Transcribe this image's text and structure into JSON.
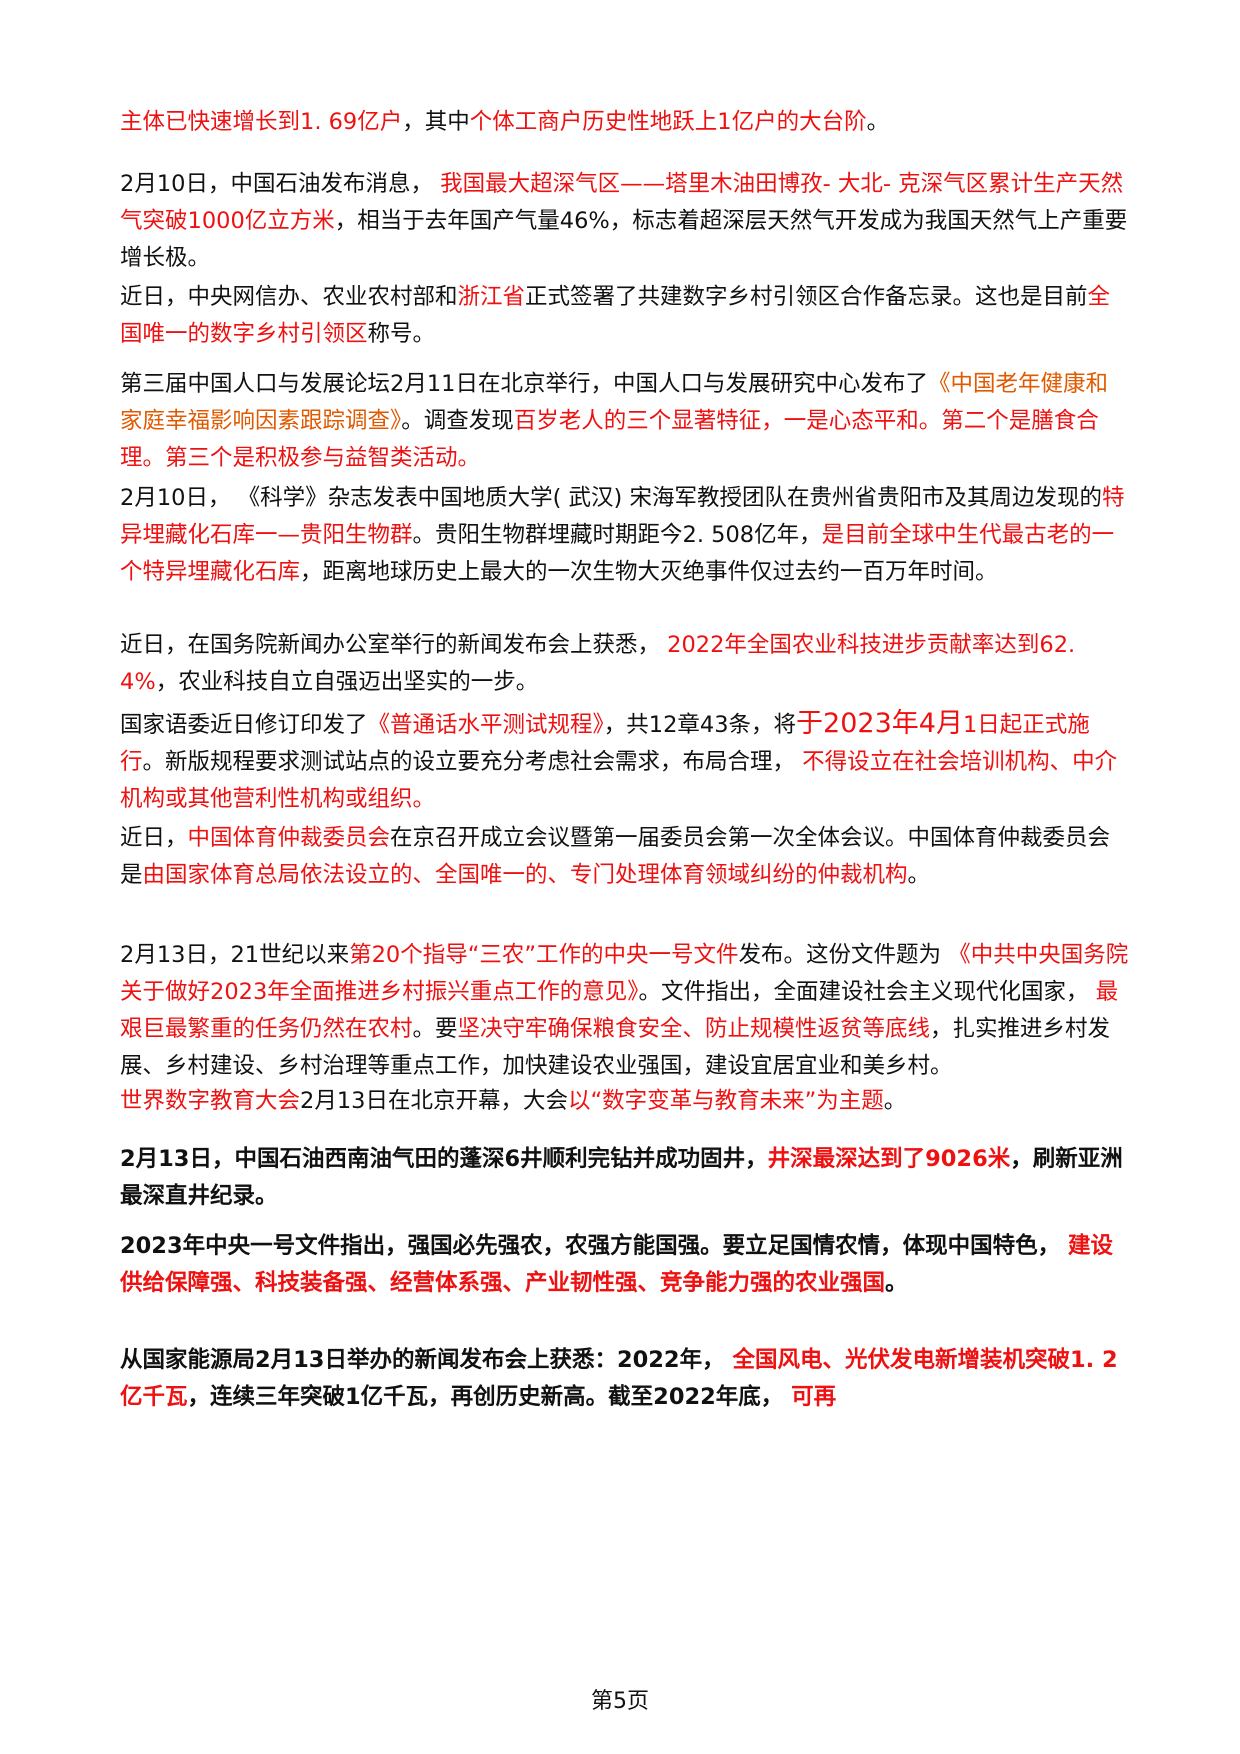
{
  "colors": {
    "text": "#111111",
    "red": "#ee1111",
    "orange": "#e05a00"
  },
  "paragraphs": [
    {
      "name": "para-market-entities",
      "bold": false,
      "segments": [
        {
          "t": "主体已快速增长到1. 69亿户",
          "c": "red"
        },
        {
          "t": "，其中"
        },
        {
          "t": "个体工商户历史性地跃上1亿户的大台阶",
          "c": "red"
        },
        {
          "t": "。"
        }
      ]
    },
    {
      "name": "para-tarim-gas",
      "bold": false,
      "segments": [
        {
          "t": "2月10日，中国石油发布消息， "
        },
        {
          "t": "我国最大超深气区——塔里木油田博孜- 大北- 克深气区累计生产天然气突破1000亿立方米",
          "c": "red"
        },
        {
          "t": "，相当于去年国产气量46%，标志着超深层天然气开发成为我国天然气上产重要增长极。"
        }
      ]
    },
    {
      "name": "para-digital-village",
      "bold": false,
      "segments": [
        {
          "t": "近日，中央网信办、农业农村部和"
        },
        {
          "t": "浙江省",
          "c": "red"
        },
        {
          "t": "正式签署了共建数字乡村引领区合作备忘录。这也是目前"
        },
        {
          "t": "全国唯一的数字乡村引领区",
          "c": "red"
        },
        {
          "t": "称号。"
        }
      ]
    },
    {
      "name": "para-population-forum",
      "bold": false,
      "segments": [
        {
          "t": "第三届中国人口与发展论坛2月11日在北京举行，中国人口与发展研究中心发布了"
        },
        {
          "t": "《中国老年健康和家庭幸福影响因素跟踪调查》",
          "c": "orange"
        },
        {
          "t": "。调查发现"
        },
        {
          "t": "百岁老人的三个显著特征，一是心态平和。第二个是膳食合理。第三个是积极参与益智类活动。",
          "c": "red"
        }
      ]
    },
    {
      "name": "para-guiyang-biota",
      "bold": false,
      "segments": [
        {
          "t": "2月10日，  《科学》杂志发表中国地质大学( 武汉) 宋海军教授团队在贵州省贵阳市及其周边发现的"
        },
        {
          "t": "特异埋藏化石库一—贵阳生物群",
          "c": "red"
        },
        {
          "t": "。贵阳生物群埋藏时期距今2. 508亿年，"
        },
        {
          "t": "是目前全球中生代最古老的一个特异埋藏化石库",
          "c": "red"
        },
        {
          "t": "，距离地球历史上最大的一次生物大灭绝事件仅过去约一百万年时间。"
        }
      ]
    },
    {
      "name": "para-agri-tech",
      "bold": false,
      "segments": [
        {
          "t": "近日，在国务院新闻办公室举行的新闻发布会上获悉， "
        },
        {
          "t": "2022年全国农业科技进步贡献率达到62. 4%",
          "c": "red"
        },
        {
          "t": "，农业科技自立自强迈出坚实的一步。"
        }
      ]
    },
    {
      "name": "para-putonghua-test",
      "bold": false,
      "segments": [
        {
          "t": "国家语委近日修订印发了"
        },
        {
          "t": "《普通话水平测试规程》",
          "c": "red"
        },
        {
          "t": "，共12章43条，将"
        },
        {
          "t": "于2023年4月",
          "c": "red",
          "big": true
        },
        {
          "t": "1日起正式施行",
          "c": "red"
        },
        {
          "t": "。新版规程要求测试站点的设立要充分考虑社会需求，布局合理， "
        },
        {
          "t": "不得设立在社会培训机构、中介机构或其他营利性机构或组织。",
          "c": "red"
        }
      ]
    },
    {
      "name": "para-sports-arbitration",
      "bold": false,
      "segments": [
        {
          "t": "近日，"
        },
        {
          "t": "中国体育仲裁委员会",
          "c": "red"
        },
        {
          "t": "在京召开成立会议暨第一届委员会第一次全体会议。中国体育仲裁委员会是"
        },
        {
          "t": "由国家体育总局依法设立的、全国唯一的、专门处理体育领域纠纷的仲裁机构",
          "c": "red"
        },
        {
          "t": "。"
        }
      ]
    },
    {
      "name": "para-no1-document",
      "bold": false,
      "segments": [
        {
          "t": "2月13日，21世纪以来"
        },
        {
          "t": "第20个指导“三农”工作的中央一号文件",
          "c": "red"
        },
        {
          "t": "发布。这份文件题为 "
        },
        {
          "t": "《中共中央国务院关于做好2023年全面推进乡村振兴重点工作的意见》",
          "c": "red"
        },
        {
          "t": "。文件指出，全面建设社会主义现代化国家， "
        },
        {
          "t": "最艰巨最繁重的任务仍然在农村",
          "c": "red"
        },
        {
          "t": "。要"
        },
        {
          "t": "坚决守牢确保粮食安全、防止规模性返贫等底线",
          "c": "red"
        },
        {
          "t": "，扎实推进乡村发展、乡村建设、乡村治理等重点工作，加快建设农业强国，建设宜居宜业和美乡村。"
        }
      ]
    },
    {
      "name": "para-digital-education",
      "bold": false,
      "segments": [
        {
          "t": "世界数字教育大会",
          "c": "red"
        },
        {
          "t": "2月13日在北京开幕，大会"
        },
        {
          "t": "以“数字变革与教育未来”为主题",
          "c": "red"
        },
        {
          "t": "。"
        }
      ]
    },
    {
      "name": "para-pengshen-well",
      "bold": true,
      "segments": [
        {
          "t": "2月13日，中国石油西南油气田的蓬深6井顺利完钻并成功固井，"
        },
        {
          "t": "井深最深达到了9026米",
          "c": "red"
        },
        {
          "t": "，刷新亚洲最深直井纪录。"
        }
      ]
    },
    {
      "name": "para-agri-power",
      "bold": true,
      "segments": [
        {
          "t": "2023年中央一号文件指出，强国必先强农，农强方能国强。要立足国情农情，体现中国特色， "
        },
        {
          "t": "建设供给保障强、科技装备强、经营体系强、产业韧性强、竞争能力强的农业强国",
          "c": "red"
        },
        {
          "t": "。"
        }
      ]
    },
    {
      "name": "para-wind-solar",
      "bold": true,
      "segments": [
        {
          "t": "从国家能源局2月13日举办的新闻发布会上获悉：2022年， "
        },
        {
          "t": "全国风电、光伏发电新增装机突破1. 2亿千瓦",
          "c": "red"
        },
        {
          "t": "，连续三年突破1亿千瓦，再创历史新高。截至2022年底， "
        },
        {
          "t": "可再",
          "c": "red"
        }
      ]
    }
  ],
  "footer": {
    "page_label": "第5页"
  }
}
